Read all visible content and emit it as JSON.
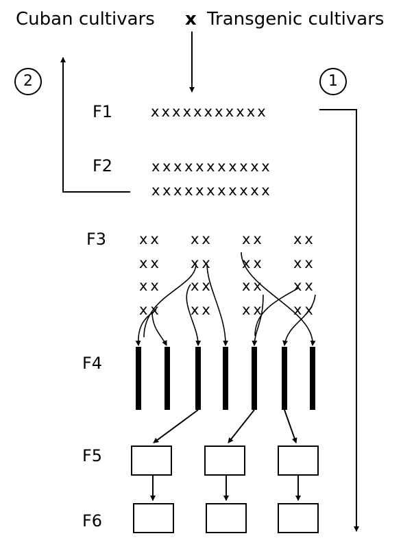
{
  "header": {
    "left": "Cuban cultivars",
    "cross": "x",
    "right": "Transgenic cultivars"
  },
  "circles": {
    "left": "2",
    "right": "1"
  },
  "generations": {
    "f1": "F1",
    "f2": "F2",
    "f3": "F3",
    "f4": "F4",
    "f5": "F5",
    "f6": "F6"
  },
  "rows": {
    "f1": "xxxxxxxxxxx",
    "f2a": "xxxxxxxxxxx",
    "f2b": "xxxxxxxxxxx"
  },
  "f3": {
    "cell": "xx"
  }
}
